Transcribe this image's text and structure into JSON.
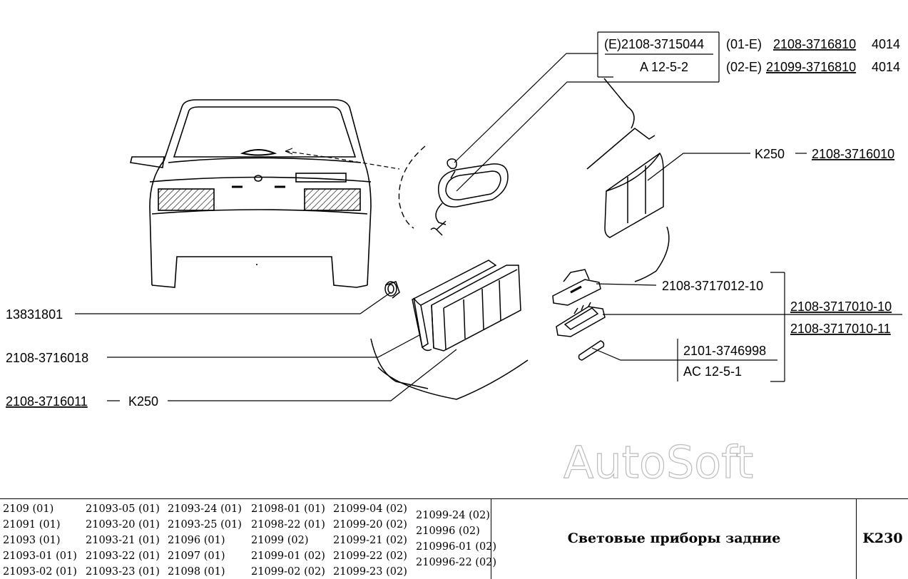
{
  "callouts": {
    "brake_light_part": "(E)2108-3715044",
    "brake_light_lamp": "A 12-5-2",
    "brake_light_v01": "(01-E)",
    "brake_light_v01_part": "2108-3716810",
    "brake_light_v01_qty": "4014",
    "brake_light_v02": "(02-E)",
    "brake_light_v02_part": "21099-3716810",
    "brake_light_v02_qty": "4014",
    "inner_lamp_code": "K250",
    "inner_lamp_part": "2108-3716010",
    "plate_light_cover": "2108-3717012-10",
    "plate_light_a": "2108-3717010-10",
    "plate_light_b": "2108-3717010-11",
    "bulb_part": "2101-3746998",
    "bulb_type": "AC 12-5-1",
    "grommet_part": "13831801",
    "gasket_part": "2108-3716018",
    "outer_lamp_part": "2108-3716011",
    "outer_lamp_code": "K250"
  },
  "watermark": "AutoSoft",
  "footer": {
    "models": [
      [
        "2109 (01)",
        "21091 (01)",
        "21093 (01)",
        "21093-01 (01)",
        "21093-02 (01)"
      ],
      [
        "21093-05 (01)",
        "21093-20 (01)",
        "21093-21 (01)",
        "21093-22 (01)",
        "21093-23 (01)"
      ],
      [
        "21093-24 (01)",
        "21093-25 (01)",
        "21096 (01)",
        "21097 (01)",
        "21098 (01)"
      ],
      [
        "21098-01 (01)",
        "21098-22 (01)",
        "21099 (02)",
        "21099-01 (02)",
        "21099-02 (02)"
      ],
      [
        "21099-04 (02)",
        "21099-20 (02)",
        "21099-21 (02)",
        "21099-22 (02)",
        "21099-23 (02)"
      ],
      [
        "21099-24 (02)",
        "210996 (02)",
        "210996-01 (02)",
        "210996-22 (02)"
      ]
    ],
    "title": "Световые приборы задние",
    "code": "K230"
  }
}
